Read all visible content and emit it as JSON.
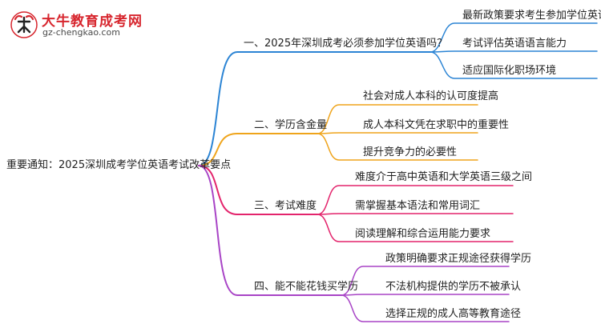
{
  "logo": {
    "title": "大牛教育成考网",
    "url": "gz-chengkao.com"
  },
  "colors": {
    "branch1": "#2b84d4",
    "branch2": "#efa41b",
    "branch3": "#e3246c",
    "branch4": "#a844c6",
    "logo_red": "#d7262e"
  },
  "mindmap": {
    "root": "重要通知：2025深圳成考学位英语考试改革要点",
    "branches": [
      {
        "label": "一、2025年深圳成考必须参加学位英语吗？",
        "children": [
          "最新政策要求考生参加学位英语考试",
          "考试评估英语语言能力",
          "适应国际化职场环境"
        ]
      },
      {
        "label": "二、学历含金量",
        "children": [
          "社会对成人本科的认可度提高",
          "成人本科文凭在求职中的重要性",
          "提升竞争力的必要性"
        ]
      },
      {
        "label": "三、考试难度",
        "children": [
          "难度介于高中英语和大学英语三级之间",
          "需掌握基本语法和常用词汇",
          "阅读理解和综合运用能力要求"
        ]
      },
      {
        "label": "四、能不能花钱买学历",
        "children": [
          "政策明确要求正规途径获得学历",
          "不法机构提供的学历不被承认",
          "选择正规的成人高等教育途径"
        ]
      }
    ]
  }
}
